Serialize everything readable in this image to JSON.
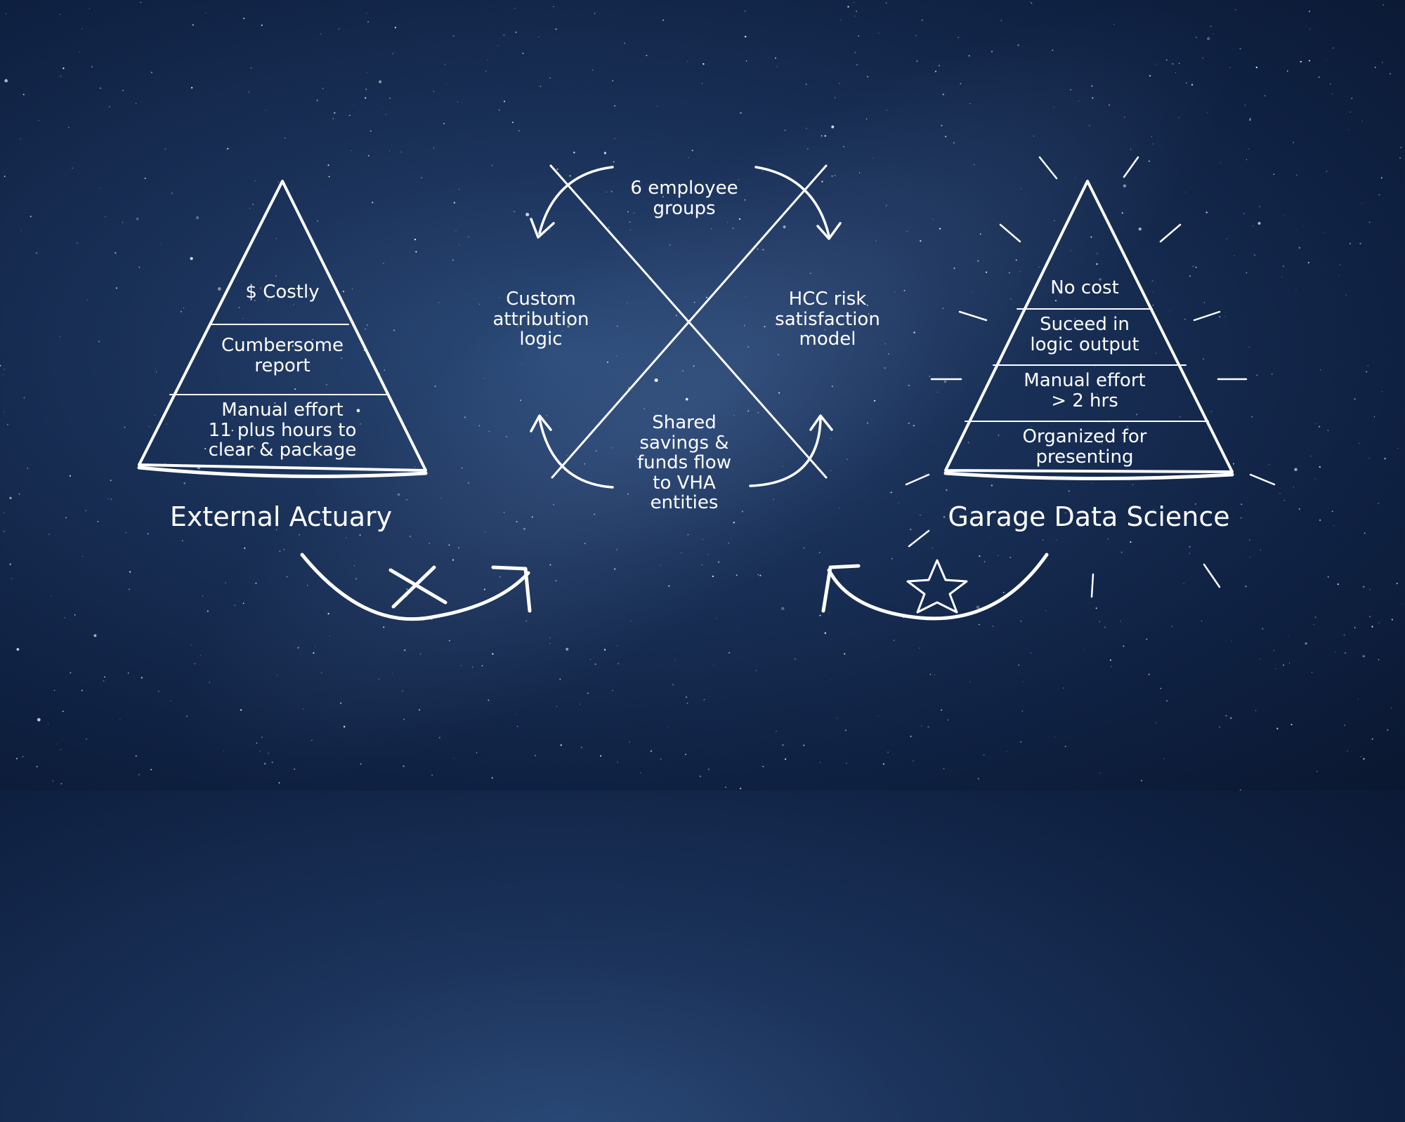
{
  "left_pyramid": {
    "title": "External Actuary",
    "levels": [
      "$ Costly",
      "Cumbersome\nreport",
      "Manual effort\n11 plus hours to\nclear & package"
    ]
  },
  "right_pyramid": {
    "title": "Garage Data Science",
    "levels": [
      "No cost",
      "Suceed in\nlogic output",
      "Manual effort\n> 2 hrs",
      "Organized for\npresenting"
    ]
  },
  "cycle": {
    "top": "6 employee\ngroups",
    "left": "Custom\nattribution\nlogic",
    "right": "HCC risk\nsatisfaction\nmodel",
    "bottom": "Shared\nsavings &\nfunds flow\nto VHA\nentities"
  },
  "colors": {
    "line": "#ffffff",
    "background": "#14294d"
  },
  "icons": {
    "left_mark": "x-mark-icon",
    "right_mark": "star-icon"
  }
}
